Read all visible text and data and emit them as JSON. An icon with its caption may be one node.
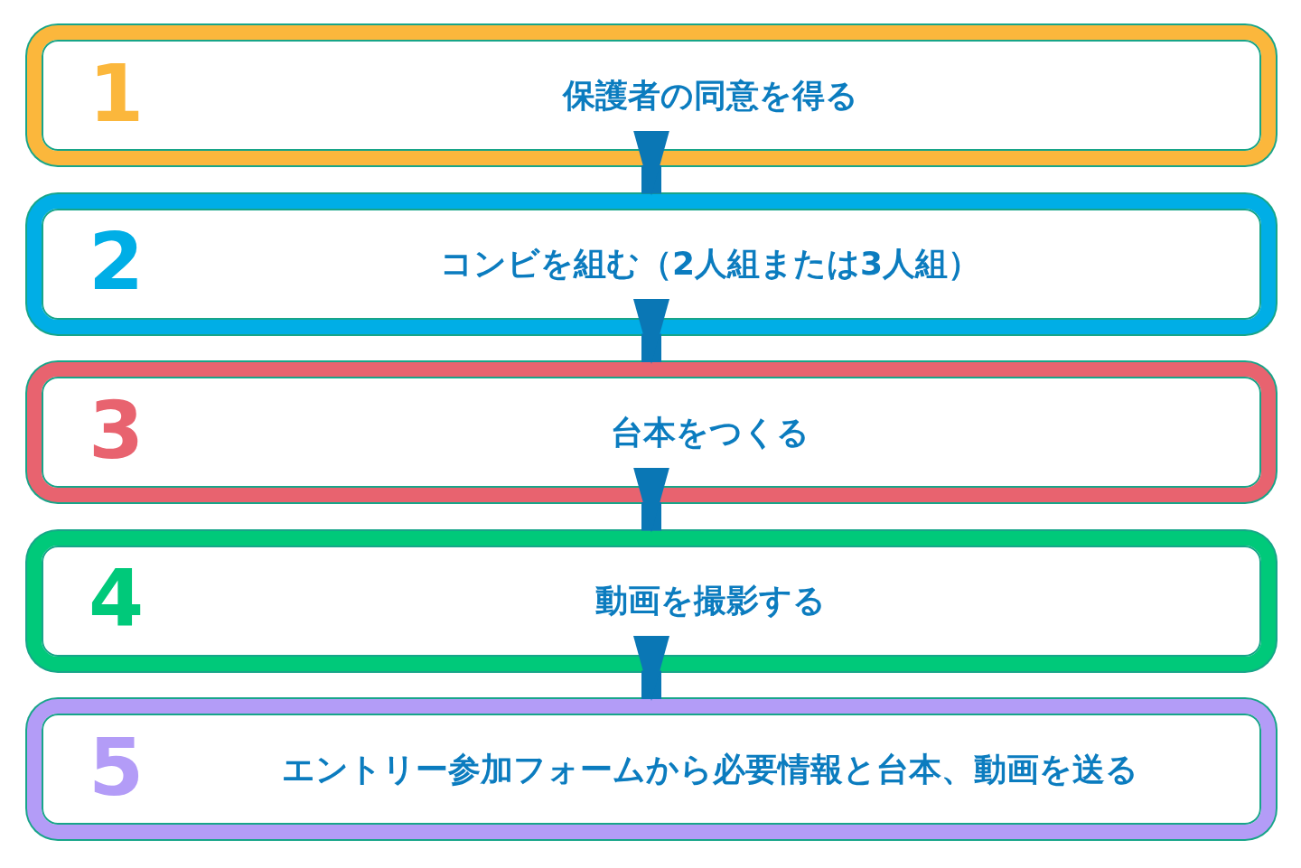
{
  "diagram": {
    "nodes": [
      {
        "text": [
          "1",
          "保護者の同意を得る"
        ]
      },
      {
        "text": [
          "2",
          "コンビを組む（2人組または3人組）"
        ]
      },
      {
        "text": [
          "3",
          "台本をつくる"
        ]
      },
      {
        "text": [
          "4",
          "動画を撮影する"
        ]
      },
      {
        "text": [
          "5",
          "エントリー参加フォームから必要情報と台本、動画を送る"
        ]
      }
    ],
    "edges": [
      {
        "from": 0,
        "to": 1,
        "arrow": "to"
      },
      {
        "from": 1,
        "to": 2,
        "arrow": "to"
      },
      {
        "from": 2,
        "to": 3,
        "arrow": "to"
      },
      {
        "from": 3,
        "to": 4,
        "arrow": "to"
      }
    ]
  }
}
